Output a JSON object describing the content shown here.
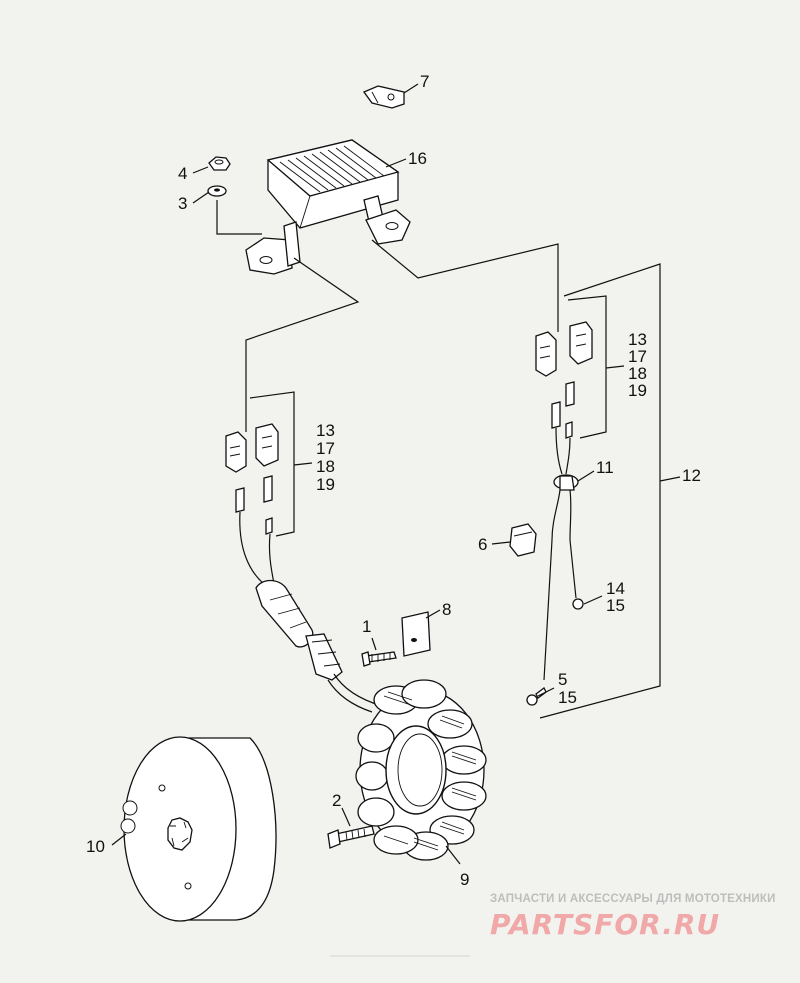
{
  "diagram": {
    "callouts": {
      "c1": "1",
      "c2": "2",
      "c3": "3",
      "c4": "4",
      "c5": "5",
      "c6": "6",
      "c7": "7",
      "c8": "8",
      "c9": "9",
      "c10": "10",
      "c11": "11",
      "c12": "12",
      "c13a": "13",
      "c17a": "17",
      "c18a": "18",
      "c19a": "19",
      "c13b": "13",
      "c17b": "17",
      "c18b": "18",
      "c19b": "19",
      "c14": "14",
      "c15a": "15",
      "c15b": "15",
      "c16": "16"
    }
  },
  "watermark": {
    "line1": "ЗАПЧАСТИ И АКСЕССУАРЫ ДЛЯ МОТОТЕХНИКИ",
    "line2": "PARTSFOR.RU"
  }
}
